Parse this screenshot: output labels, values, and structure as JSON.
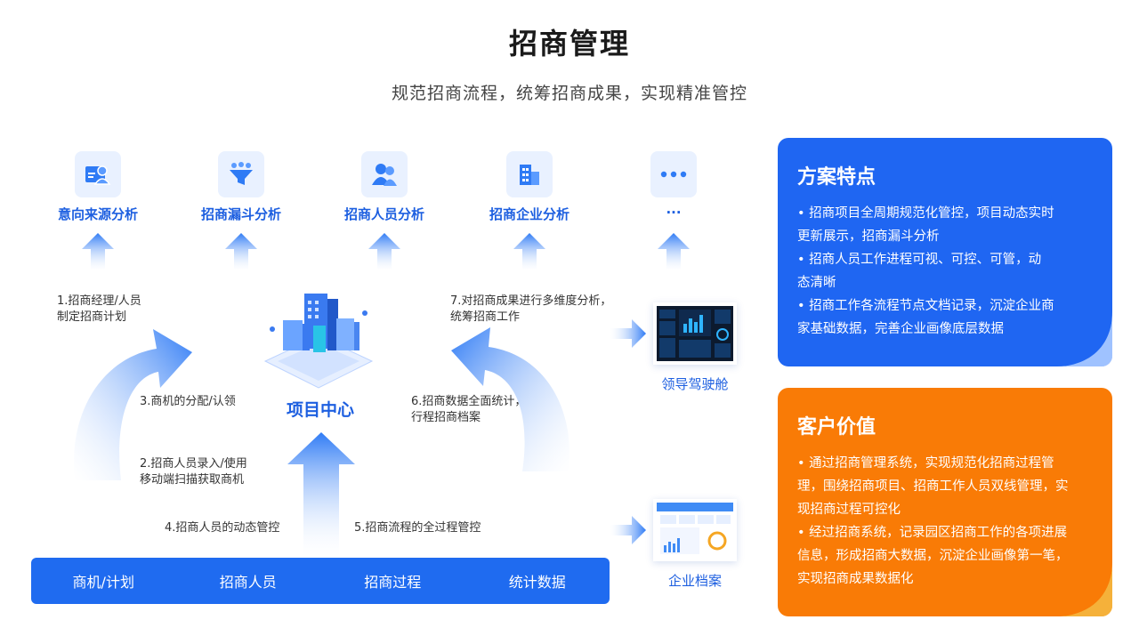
{
  "header": {
    "title": "招商管理",
    "subtitle": "规范招商流程，统筹招商成果，实现精准管控"
  },
  "modules": [
    {
      "label": "意向来源分析",
      "icon": "person-card-icon"
    },
    {
      "label": "招商漏斗分析",
      "icon": "funnel-icon"
    },
    {
      "label": "招商人员分析",
      "icon": "people-icon"
    },
    {
      "label": "招商企业分析",
      "icon": "building-icon"
    },
    {
      "label": "···",
      "icon": "more-icon"
    }
  ],
  "steps": {
    "s1_line1": "1.招商经理/人员",
    "s1_line2": "制定招商计划",
    "s2_line1": "2.招商人员录入/使用",
    "s2_line2": "移动端扫描获取商机",
    "s3": "3.商机的分配/认领",
    "s4": "4.招商人员的动态管控",
    "s5": "5.招商流程的全过程管控",
    "s6_line1": "6.招商数据全面统计，",
    "s6_line2": "行程招商档案",
    "s7_line1": "7.对招商成果进行多维度分析，",
    "s7_line2": "统筹招商工作"
  },
  "hub": {
    "label": "项目中心"
  },
  "bottom_bar": [
    "商机/计划",
    "招商人员",
    "招商过程",
    "统计数据"
  ],
  "outputs": {
    "cockpit": "领导驾驶舱",
    "archive": "企业档案"
  },
  "cards": {
    "features": {
      "title": "方案特点",
      "lines": [
        "• 招商项目全周期规范化管控，项目动态实时",
        "更新展示，招商漏斗分析",
        "• 招商人员工作进程可视、可控、可管，动",
        "态清晰",
        "• 招商工作各流程节点文档记录，沉淀企业商",
        "家基础数据，完善企业画像底层数据"
      ]
    },
    "value": {
      "title": "客户价值",
      "lines": [
        "• 通过招商管理系统，实现规范化招商过程管",
        "理，围绕招商项目、招商工作人员双线管理，实",
        "现招商过程可控化",
        "• 经过招商系统，记录园区招商工作的各项进展",
        "信息，形成招商大数据，沉淀企业画像第一笔，",
        "实现招商成果数据化"
      ]
    }
  },
  "colors": {
    "primary": "#1f6bf0",
    "accent_orange": "#f97b06",
    "arrow_light": "#dbe8ff"
  }
}
